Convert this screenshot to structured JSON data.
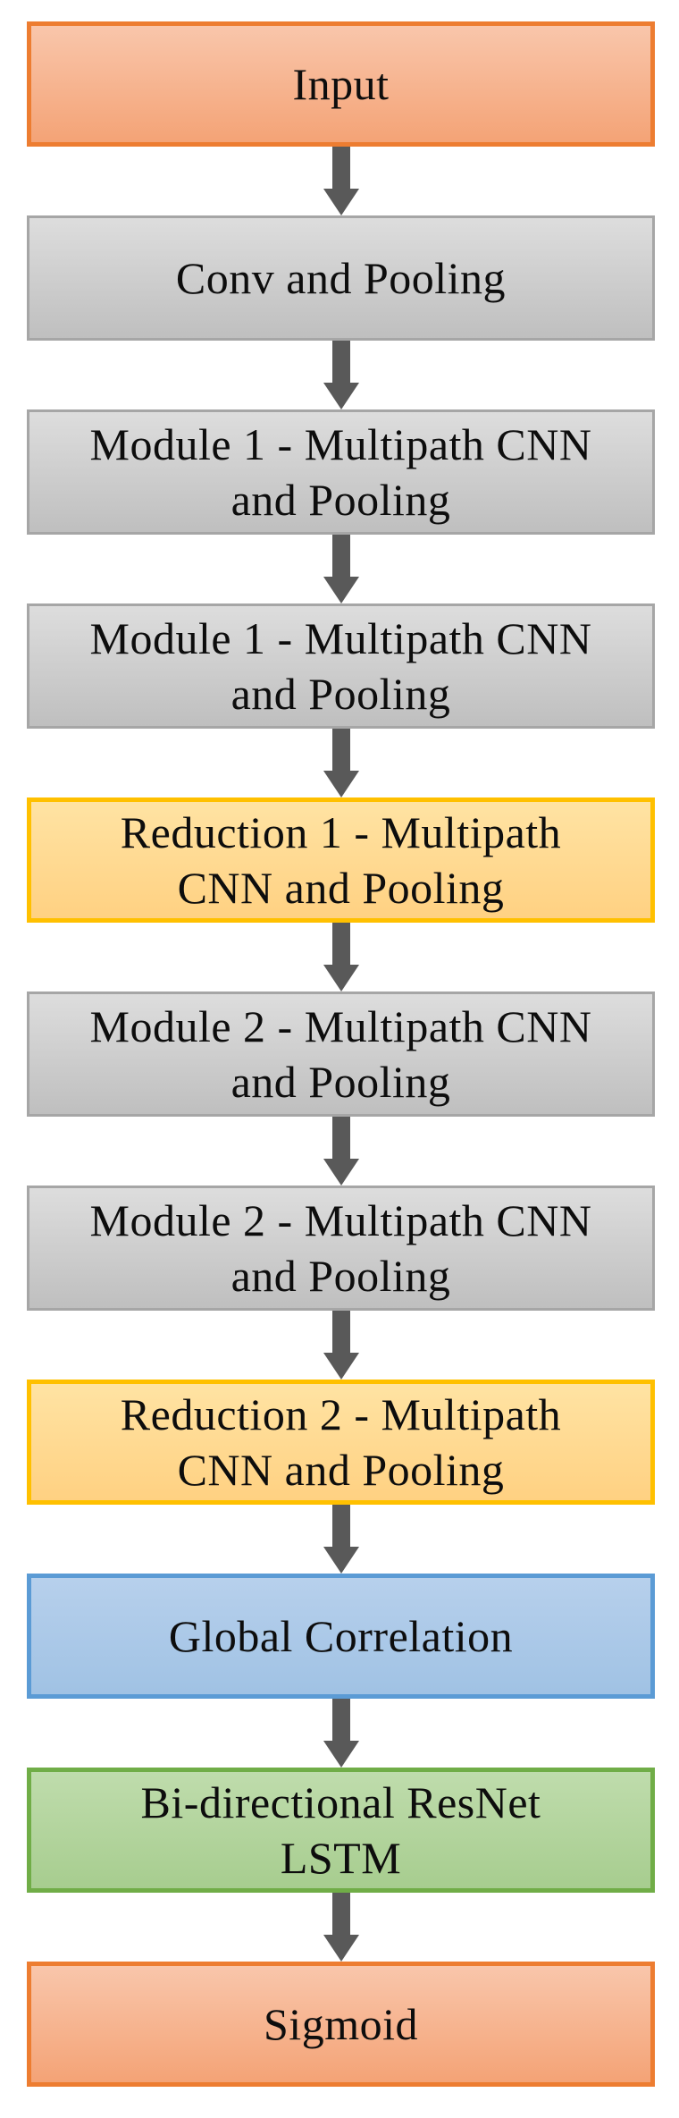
{
  "flowchart": {
    "description": "Deep learning model architecture flow diagram",
    "arrow_color": "#595959",
    "text_color": "#0d0d0d",
    "nodes": [
      {
        "id": "input",
        "lines": [
          "Input"
        ],
        "fill_top": "#F9C6AB",
        "fill_bottom": "#F4A376",
        "border": "#ED7D31",
        "border_width": 5
      },
      {
        "id": "conv-pooling",
        "lines": [
          "Conv and Pooling"
        ],
        "fill_top": "#DDDDDD",
        "fill_bottom": "#BFBFBF",
        "border": "#A6A6A6",
        "border_width": 3
      },
      {
        "id": "module1-multipath-cnn-1",
        "lines": [
          "Module 1 - Multipath CNN",
          "and Pooling"
        ],
        "fill_top": "#DDDDDD",
        "fill_bottom": "#BFBFBF",
        "border": "#A6A6A6",
        "border_width": 3
      },
      {
        "id": "module1-multipath-cnn-2",
        "lines": [
          "Module 1 - Multipath CNN",
          "and Pooling"
        ],
        "fill_top": "#DDDDDD",
        "fill_bottom": "#BFBFBF",
        "border": "#A6A6A6",
        "border_width": 3
      },
      {
        "id": "reduction1-multipath-cnn",
        "lines": [
          "Reduction 1 - Multipath",
          "CNN and Pooling"
        ],
        "fill_top": "#FFE3A3",
        "fill_bottom": "#FFD182",
        "border": "#FFC000",
        "border_width": 5
      },
      {
        "id": "module2-multipath-cnn-1",
        "lines": [
          "Module 2 - Multipath CNN",
          "and Pooling"
        ],
        "fill_top": "#DDDDDD",
        "fill_bottom": "#BFBFBF",
        "border": "#A6A6A6",
        "border_width": 3
      },
      {
        "id": "module2-multipath-cnn-2",
        "lines": [
          "Module 2 - Multipath CNN",
          "and Pooling"
        ],
        "fill_top": "#DDDDDD",
        "fill_bottom": "#BFBFBF",
        "border": "#A6A6A6",
        "border_width": 3
      },
      {
        "id": "reduction2-multipath-cnn",
        "lines": [
          "Reduction 2 - Multipath",
          "CNN and Pooling"
        ],
        "fill_top": "#FFE3A3",
        "fill_bottom": "#FFD182",
        "border": "#FFC000",
        "border_width": 5
      },
      {
        "id": "global-correlation",
        "lines": [
          "Global Correlation"
        ],
        "fill_top": "#B7D0EC",
        "fill_bottom": "#A0C2E4",
        "border": "#5B9BD5",
        "border_width": 5
      },
      {
        "id": "bidirectional-resnet-lstm",
        "lines": [
          "Bi-directional ResNet",
          "LSTM"
        ],
        "fill_top": "#BFDCAC",
        "fill_bottom": "#A7CD8F",
        "border": "#70AD47",
        "border_width": 5
      },
      {
        "id": "sigmoid",
        "lines": [
          "Sigmoid"
        ],
        "fill_top": "#F9C6AB",
        "fill_bottom": "#F4A376",
        "border": "#ED7D31",
        "border_width": 5
      }
    ]
  }
}
